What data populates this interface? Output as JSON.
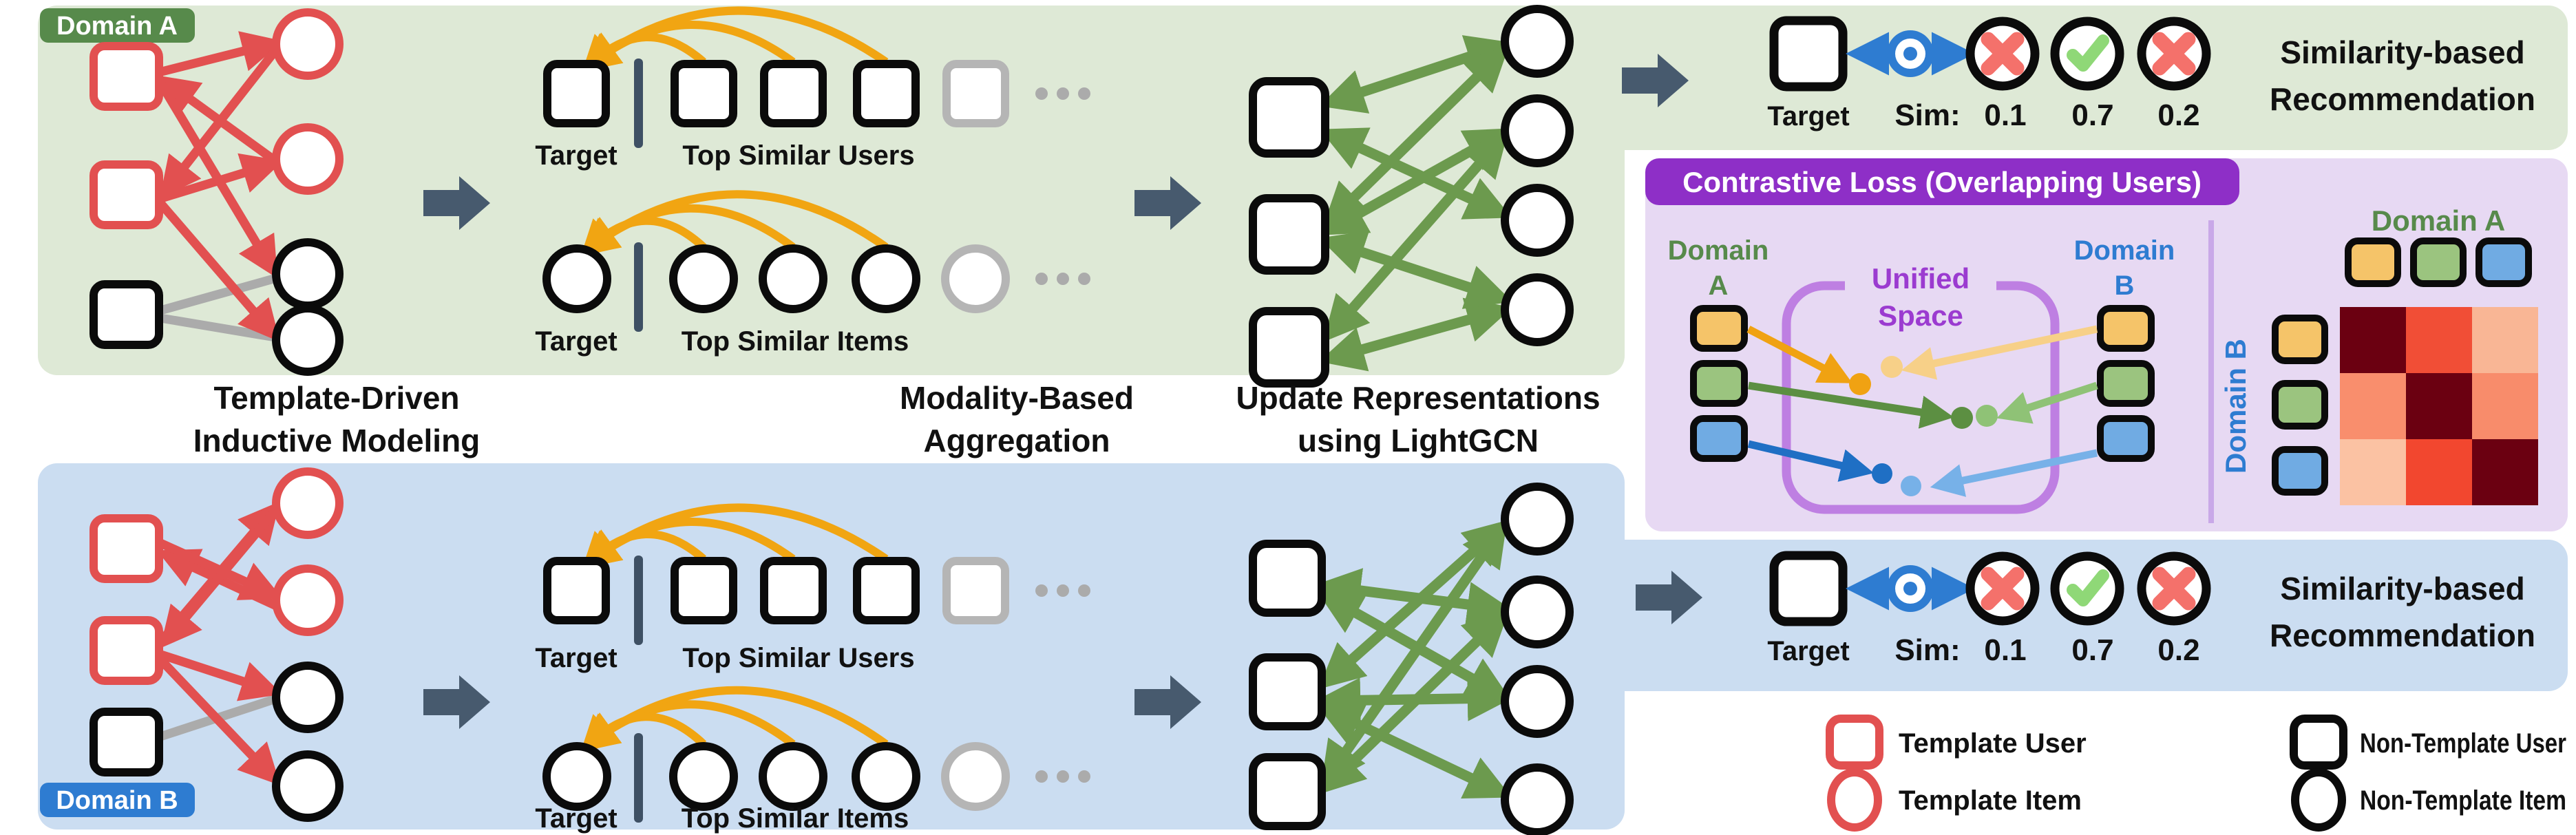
{
  "stages": {
    "stage1_line1": "Template-Driven",
    "stage1_line2": "Inductive Modeling",
    "stage2_line1": "Modality-Based",
    "stage2_line2": "Aggregation",
    "stage3_line1": "Update Representations",
    "stage3_line2": "using LightGCN"
  },
  "domain_a": {
    "badge": "Domain A"
  },
  "domain_b": {
    "badge": "Domain B"
  },
  "aggregation": {
    "target_label": "Target",
    "top_similar_users": "Top Similar Users",
    "top_similar_items": "Top Similar Items"
  },
  "similarity": {
    "target_label": "Target",
    "sim_label": "Sim:",
    "values": [
      "0.1",
      "0.7",
      "0.2"
    ],
    "verdicts": [
      "reject",
      "accept",
      "reject"
    ],
    "title_line1": "Similarity-based",
    "title_line2": "Recommendation"
  },
  "contrastive": {
    "title": "Contrastive Loss (Overlapping Users)",
    "domain_a_line1": "Domain",
    "domain_a_line2": "A",
    "domain_b_line1": "Domain",
    "domain_b_line2": "B",
    "unified_line1": "Unified",
    "unified_line2": "Space",
    "heatmap_cols_label": "Domain A",
    "heatmap_rows_label": "Domain B",
    "heatmap_colors": [
      [
        "#6B0011",
        "#F14E36",
        "#F9B695"
      ],
      [
        "#F98E6D",
        "#6B0011",
        "#F88C6B"
      ],
      [
        "#FBC2A3",
        "#F2472F",
        "#6B0011"
      ]
    ]
  },
  "legend": {
    "template_user": "Template User",
    "template_item": "Template Item",
    "non_template_user": "Non-Template User",
    "non_template_item": "Non-Template Item"
  },
  "colors": {
    "green_panel": "#DEE9D6",
    "blue_panel": "#CBDDF1",
    "purple_panel": "#E7D9F3",
    "purple_header": "#8E2FC7",
    "badge_green": "#578A4B",
    "badge_blue": "#2E7CD1",
    "template_red": "#E25050",
    "neutral_gray": "#ABABAB",
    "arc_orange": "#F1A512",
    "block_arrow_slate": "#475A6E",
    "gcn_green": "#6C9A4E",
    "sim_blue": "#2E7CD1",
    "cross_red": "#F4716B",
    "check_green": "#8FD877",
    "square_yellow": "#F5C469",
    "square_green": "#9BC47F",
    "square_blue": "#70ABE3",
    "bracket_purple": "#BE7FE2"
  }
}
